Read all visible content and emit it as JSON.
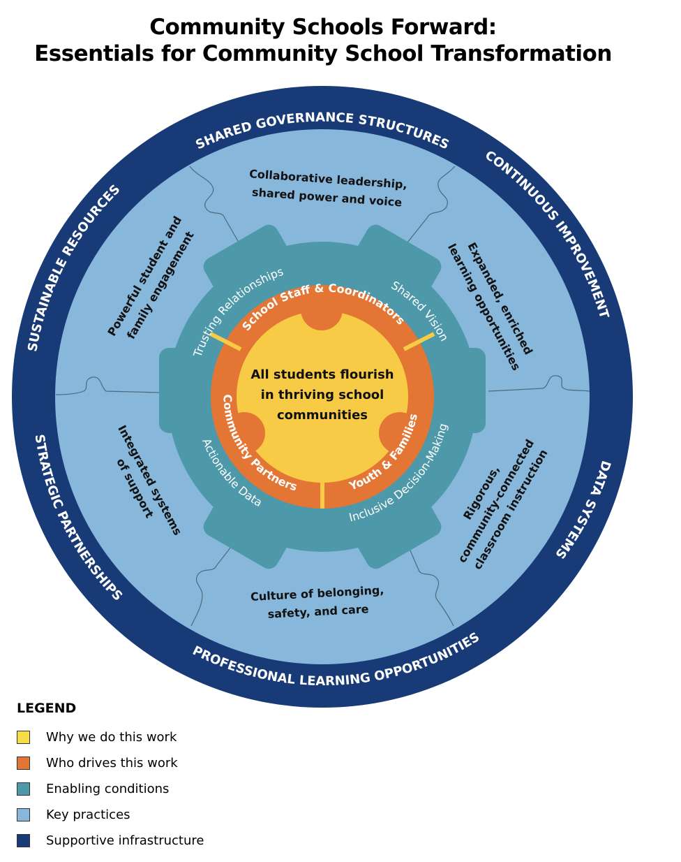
{
  "title": {
    "line1": "Community Schools Forward:",
    "line2": "Essentials for Community School Transformation"
  },
  "colors": {
    "yellow": "#F7CB45",
    "orange": "#E37635",
    "teal": "#4E99A9",
    "light_blue": "#87B7DB",
    "navy": "#183A76",
    "text_dark": "#111111",
    "text_light": "#FFFFFF"
  },
  "center": {
    "lines": [
      "All students flourish",
      "in thriving school",
      "communities"
    ]
  },
  "who_drives": [
    {
      "label": "School Staff & Coordinators"
    },
    {
      "label": "Youth & Families"
    },
    {
      "label": "Community Partners"
    }
  ],
  "enabling_conditions": [
    {
      "label": "Trusting Relationships"
    },
    {
      "label": "Shared Vision"
    },
    {
      "label": "Inclusive Decision-Making"
    },
    {
      "label": "Actionable Data"
    }
  ],
  "key_practices": [
    {
      "lines": [
        "Collaborative leadership,",
        "shared power and voice"
      ]
    },
    {
      "lines": [
        "Expanded, enriched",
        "learning opportunities"
      ]
    },
    {
      "lines": [
        "Rigorous,",
        "community-connected",
        "classroom instruction"
      ]
    },
    {
      "lines": [
        "Culture of belonging,",
        "safety, and care"
      ]
    },
    {
      "lines": [
        "Integrated systems",
        "of support"
      ]
    },
    {
      "lines": [
        "Powerful student and",
        "family engagement"
      ]
    }
  ],
  "infrastructure": [
    {
      "label": "SHARED GOVERNANCE STRUCTURES"
    },
    {
      "label": "CONTINUOUS IMPROVEMENT"
    },
    {
      "label": "DATA SYSTEMS"
    },
    {
      "label": "PROFESSIONAL LEARNING OPPORTUNITIES"
    },
    {
      "label": "STRATEGIC PARTNERSHIPS"
    },
    {
      "label": "SUSTAINABLE RESOURCES"
    }
  ],
  "legend": {
    "title": "LEGEND",
    "items": [
      {
        "label": "Why we do this work",
        "color": "#F7DC4A"
      },
      {
        "label": "Who drives this work",
        "color": "#E37635"
      },
      {
        "label": "Enabling conditions",
        "color": "#4E99A9"
      },
      {
        "label": "Key practices",
        "color": "#87B7DB"
      },
      {
        "label": "Supportive infrastructure",
        "color": "#183A76"
      }
    ]
  }
}
